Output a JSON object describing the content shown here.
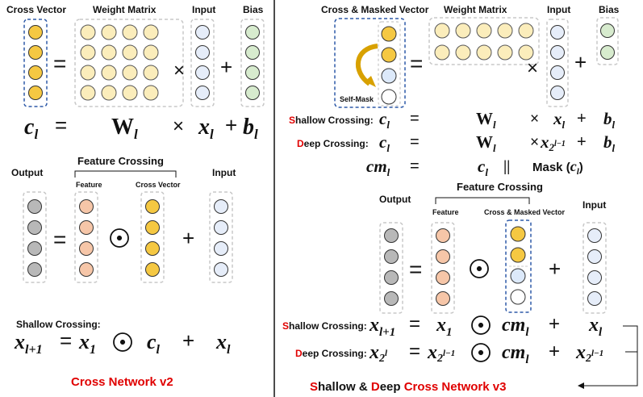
{
  "colors": {
    "cross": "#f5c842",
    "weight": "#fbedbb",
    "input": "#e6edf9",
    "bias": "#d7ebce",
    "output": "#b8b8b8",
    "feature": "#f6c6a8",
    "mask": "#dce9fa",
    "blue_dash": "#2e5aa8",
    "red": "#e00000"
  },
  "left": {
    "headers": {
      "cross_vector": "Cross Vector",
      "weight_matrix": "Weight Matrix",
      "input": "Input",
      "bias": "Bias"
    },
    "eq1": {
      "c": "c",
      "c_sub": "l",
      "W": "W",
      "W_sub": "l",
      "x": "x",
      "x_sub": "l",
      "b": "b",
      "b_sub": "l"
    },
    "feature_crossing": "Feature Crossing",
    "output": "Output",
    "feature": "Feature",
    "cross_vector_small": "Cross Vector",
    "input2": "Input",
    "shallow_label": "Shallow Crossing:",
    "eq2": {
      "x1": "x",
      "x1_sub": "l+1",
      "x0": "x",
      "x0_sub": "1",
      "c": "c",
      "c_sub": "l",
      "xl": "x",
      "xl_sub": "l"
    },
    "title": "Cross Network v2"
  },
  "right": {
    "headers": {
      "cross_masked": "Cross & Masked Vector",
      "weight_matrix": "Weight Matrix",
      "input": "Input",
      "bias": "Bias"
    },
    "self_mask": "Self-Mask",
    "shallow": {
      "initial": "S",
      "rest": "hallow Crossing:"
    },
    "deep": {
      "initial": "D",
      "rest": "eep Crossing:"
    },
    "eqA": {
      "c": "c",
      "c_sub": "l",
      "W": "W",
      "W_sub": "l",
      "x": "x",
      "x_sub": "l",
      "b": "b",
      "b_sub": "l"
    },
    "eqB": {
      "c": "c",
      "c_sub": "l",
      "W": "W",
      "W_sub": "l",
      "x": "x",
      "x_sub": "2",
      "x_sup": "l−1",
      "b": "b",
      "b_sub": "l"
    },
    "eqC": {
      "cm": "cm",
      "cm_sub": "l",
      "c": "c",
      "c_sub": "l",
      "bars": "||",
      "mask": "Mask (",
      "mask_c": "c",
      "mask_sub": "l",
      "close": ")"
    },
    "feature_crossing": "Feature Crossing",
    "output": "Output",
    "feature": "Feature",
    "cross_masked_small": "Cross & Masked Vector",
    "input2": "Input",
    "eqD": {
      "x1": "x",
      "x1_sub": "l+1",
      "x0": "x",
      "x0_sub": "1",
      "cm": "cm",
      "cm_sub": "l",
      "xl": "x",
      "xl_sub": "l"
    },
    "eqE": {
      "x1": "x",
      "x1_sub": "2",
      "x1_sup": "l",
      "x0": "x",
      "x0_sub": "2",
      "x0_sup": "l−1",
      "cm": "cm",
      "cm_sub": "l",
      "xl": "x",
      "xl_sub": "2",
      "xl_sup": "l−1"
    },
    "title": {
      "s": "S",
      "hallow": "hallow & ",
      "d": "D",
      "eep": "eep ",
      "cross": "Cross Network v3"
    }
  },
  "ops": {
    "eq": "=",
    "times": "×",
    "plus": "+"
  }
}
